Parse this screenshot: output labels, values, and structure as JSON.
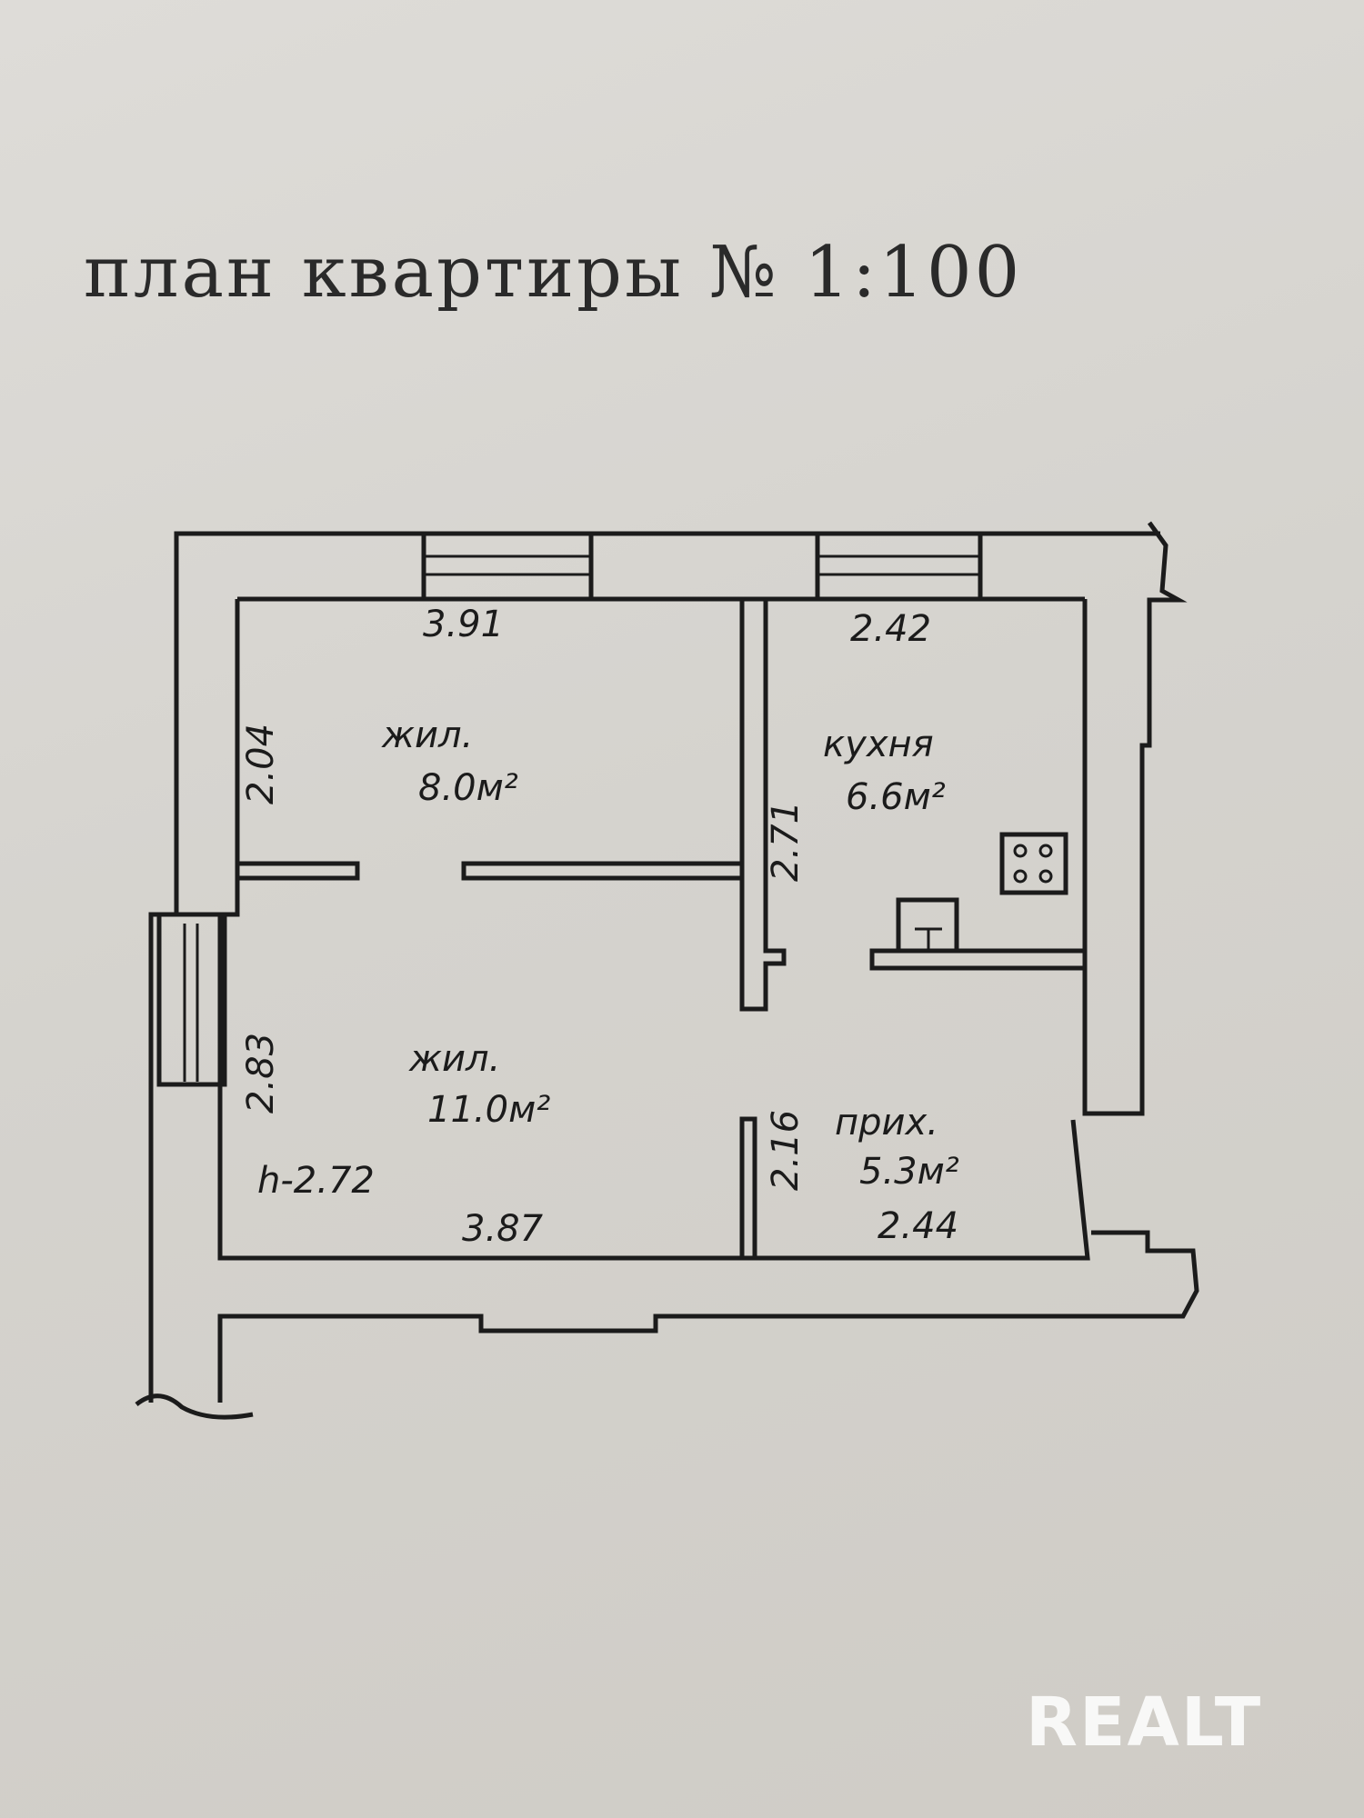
{
  "title": "план квартиры № 1:100",
  "rooms": [
    {
      "name": "жил.",
      "area": "8.0м²"
    },
    {
      "name": "кухня",
      "area": "6.6м²"
    },
    {
      "name": "жил.",
      "area": "11.0м²"
    },
    {
      "name": "прих.",
      "area": "5.3м²"
    }
  ],
  "dimensions": {
    "top_left": "3.91",
    "top_right": "2.42",
    "left_upper": "2.04",
    "mid_upper": "2.71",
    "left_lower": "2.83",
    "mid_lower": "2.16",
    "bottom_left": "3.87",
    "bottom_right": "2.44",
    "height": "h-2.72"
  },
  "watermark": "REALT"
}
